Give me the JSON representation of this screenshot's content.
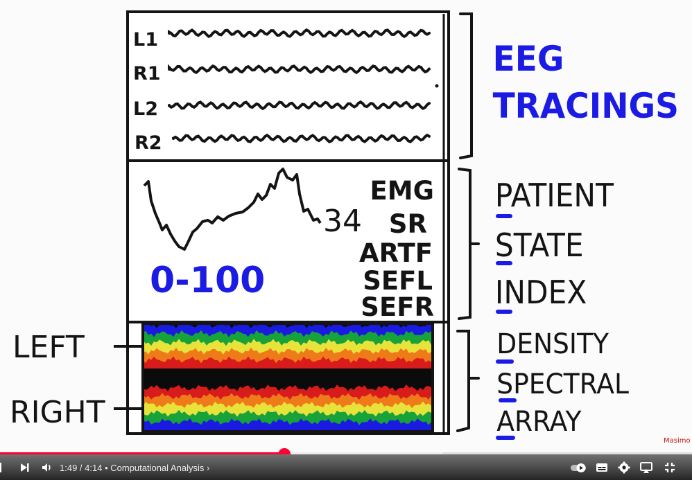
{
  "video": {
    "eeg_panel": {
      "channels": [
        "L1",
        "R1",
        "L2",
        "R2"
      ],
      "heading_lines": [
        "EEG",
        "TRACINGS"
      ]
    },
    "psi_panel": {
      "value": "34",
      "range": "0-100",
      "params": [
        "EMG",
        "SR",
        "ARTF",
        "SEFL",
        "SEFR"
      ],
      "heading_lines": [
        "PATIENT",
        "STATE",
        "INDEX"
      ]
    },
    "dsa_panel": {
      "left_label": "LEFT",
      "right_label": "RIGHT",
      "heading_lines": [
        "DENSITY",
        "SPECTRAL",
        "ARRAY"
      ]
    },
    "watermark": "Masimo",
    "colors": {
      "accent_blue": "#1b1be3",
      "ink": "#141414",
      "progress_red": "#ff0033"
    }
  },
  "player": {
    "current_time": "1:49",
    "duration": "4:14",
    "time_display": "1:49 / 4:14",
    "chapter": "• Computational Analysis ›",
    "progress_fraction": 0.411,
    "buffered_fraction": 0.64,
    "icons": [
      "play-pause-icon",
      "next-icon",
      "volume-icon",
      "autoplay-toggle-icon",
      "subtitles-icon",
      "settings-icon",
      "airplay-icon",
      "exit-fullscreen-icon"
    ]
  }
}
